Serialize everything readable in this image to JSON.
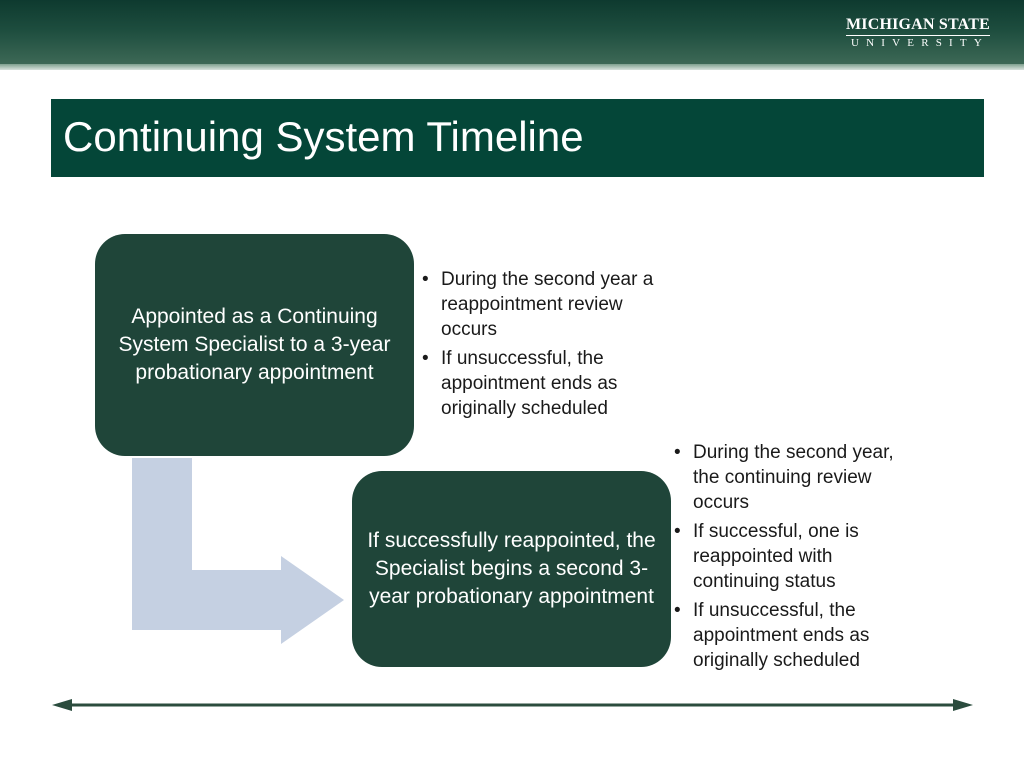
{
  "header": {
    "logo_line1": "MICHIGAN STATE",
    "logo_line2": "UNIVERSITY"
  },
  "title": "Continuing System Timeline",
  "step1": {
    "box_text": "Appointed as a Continuing System Specialist to a 3-year probationary appointment",
    "bullets": [
      "During the second year a reappointment review occurs",
      "If unsuccessful, the appointment ends as originally scheduled"
    ]
  },
  "step2": {
    "box_text": "If successfully reappointed, the Specialist begins a second 3-year probationary appointment",
    "bullets": [
      "During the second year, the continuing review occurs",
      "If successful, one is reappointed with continuing status",
      "If unsuccessful, the appointment ends as originally scheduled"
    ]
  },
  "colors": {
    "brand_green": "#044638",
    "box_green": "#1f4539",
    "arrow_fill": "#c5d0e2",
    "timeline_line": "#2b4c3e"
  }
}
